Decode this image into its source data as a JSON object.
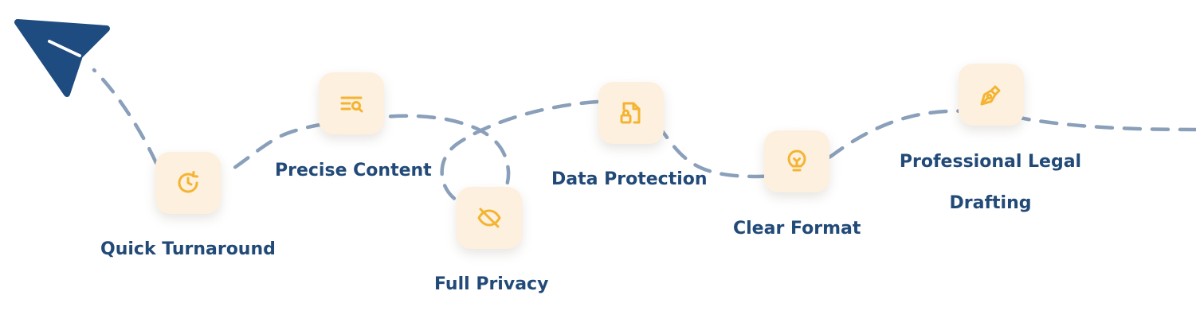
{
  "features": [
    {
      "label": "Quick Turnaround",
      "icon": "clock-refresh-icon"
    },
    {
      "label": "Precise Content",
      "icon": "text-search-icon"
    },
    {
      "label": "Full Privacy",
      "icon": "eye-off-icon"
    },
    {
      "label": "Data Protection",
      "icon": "file-lock-icon"
    },
    {
      "label": "Clear Format",
      "icon": "lightbulb-icon"
    },
    {
      "label": "Professional Legal Drafting",
      "icon": "pen-nib-icon"
    }
  ],
  "colors": {
    "path": "#8a9fba",
    "plane": "#1f4c80",
    "tile_bg": "#fdf0df",
    "icon": "#f4b431",
    "label": "#224a78"
  }
}
